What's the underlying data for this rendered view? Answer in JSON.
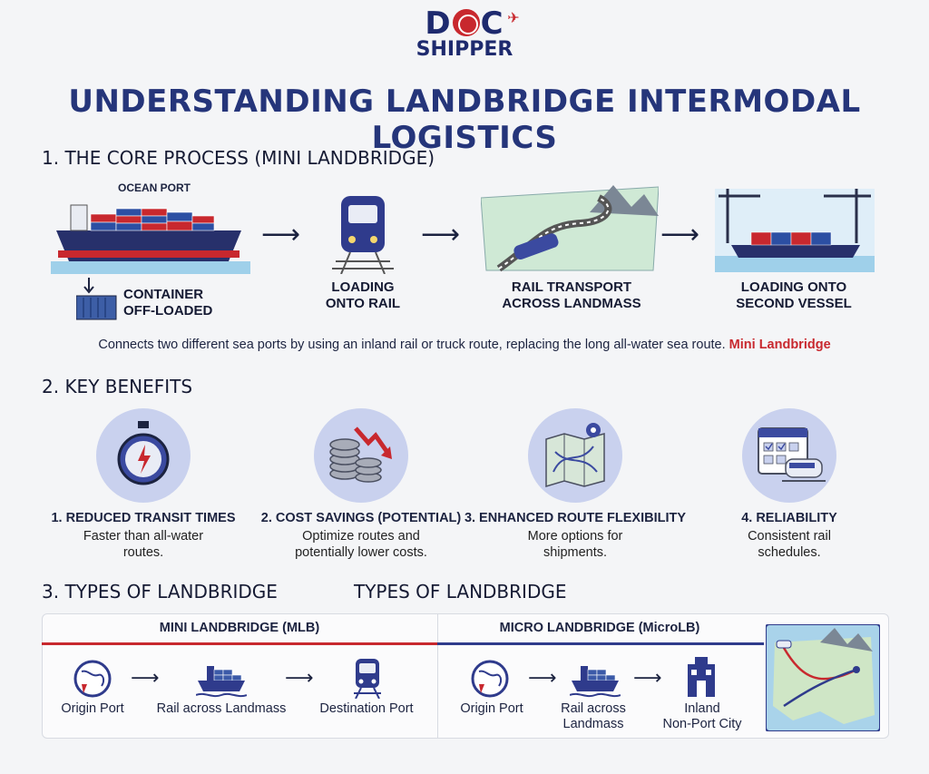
{
  "logo": {
    "top": "D",
    "top_rest": "C",
    "bottom": "SHIPPER"
  },
  "title": "UNDERSTANDING LANDBRIDGE INTERMODAL LOGISTICS",
  "section1": {
    "title": "1. THE CORE PROCESS (MINI LANDBRIDGE)",
    "ocean_port": "OCEAN PORT",
    "steps": [
      {
        "label": "CONTAINER\nOFF-LOADED"
      },
      {
        "label": "LOADING\nONTO RAIL"
      },
      {
        "label": "RAIL TRANSPORT\nACROSS LANDMASS"
      },
      {
        "label": "LOADING ONTO\nSECOND VESSEL"
      }
    ],
    "description": "Connects two different sea ports by using an inland rail or truck route, replacing the long all-water sea route.",
    "description_highlight": "Mini Landbridge"
  },
  "section2": {
    "title": "2. KEY BENEFITS",
    "benefits": [
      {
        "title": "1. REDUCED TRANSIT TIMES",
        "desc": "Faster than all-water\nroutes."
      },
      {
        "title": "2. COST SAVINGS (POTENTIAL)",
        "desc": "Optimize routes and\npotentially lower costs."
      },
      {
        "title": "3. ENHANCED ROUTE FLEXIBILITY",
        "desc": "More options for\nshipments."
      },
      {
        "title": "4. RELIABILITY",
        "desc": "Consistent rail\nschedules."
      }
    ]
  },
  "section3": {
    "title": "3. TYPES OF LANDBRIDGE",
    "title2": "TYPES OF LANDBRIDGE",
    "mini": {
      "heading": "MINI LANDBRIDGE (MLB)",
      "items": [
        "Origin Port",
        "Rail across Landmass",
        "Destination Port"
      ]
    },
    "micro": {
      "heading": "MICRO LANDBRIDGE (MicroLB)",
      "items": [
        "Origin Port",
        "Rail across\nLandmass",
        "Inland\nNon-Port City"
      ]
    }
  },
  "colors": {
    "navy": "#25357a",
    "red": "#c8282e",
    "circle": "#c9d1ee"
  }
}
